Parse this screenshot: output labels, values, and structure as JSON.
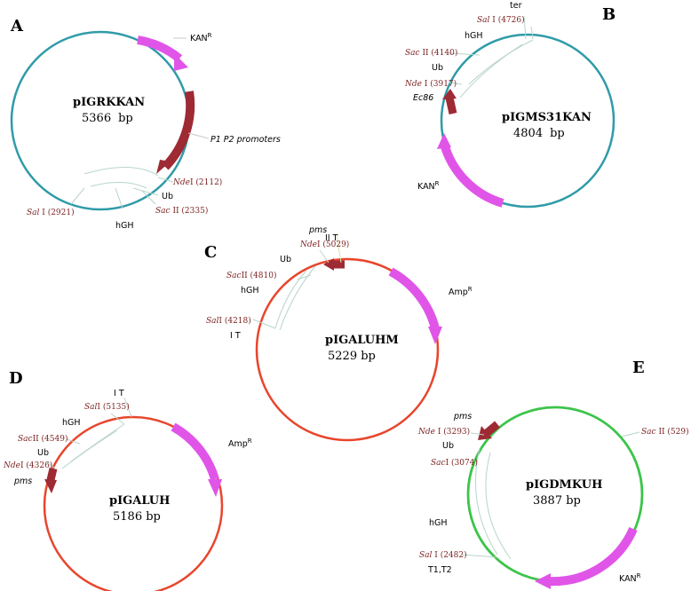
{
  "panels": [
    {
      "letter": "A",
      "name": "pIGRKKAN",
      "size": "5366",
      "unit": "bp",
      "features": {
        "kan": "KAN",
        "kan_sup": "R",
        "promoters": "P1 P2 promoters",
        "ub": "Ub",
        "hgh": "hGH"
      },
      "sites": {
        "nde": "Nde",
        "nde_pos": "I (2112)",
        "sac": "Sac",
        "sac_pos": " II (2335)",
        "sal": "Sal",
        "sal_pos": " I (2921)"
      }
    },
    {
      "letter": "B",
      "name": "pIGMS31KAN",
      "size": "4804",
      "unit": "bp",
      "features": {
        "ter": "ter",
        "hgh": "hGH",
        "ub": "Ub",
        "ec86": "Ec86",
        "kan": "KAN",
        "kan_sup": "R"
      },
      "sites": {
        "sal": "Sal",
        "sal_pos": " I (4726)",
        "sac": "Sac",
        "sac_pos": " II (4140)",
        "nde": "Nde",
        "nde_pos": " I (3917)"
      }
    },
    {
      "letter": "C",
      "name": "pIGALUHM",
      "size": "5229 bp",
      "features": {
        "iit": "II T",
        "pms": "pms",
        "ub": "Ub",
        "hgh": "hGH",
        "it": "I T",
        "amp": "Amp",
        "amp_sup": "R"
      },
      "sites": {
        "nde": "Nde",
        "nde_pos": "I (5029)",
        "sac": "Sac",
        "sac_pos": "II (4810)",
        "sal": "Sal",
        "sal_pos": "I (4218)"
      }
    },
    {
      "letter": "D",
      "name": "pIGALUH",
      "size": "5186 bp",
      "features": {
        "it": "I T",
        "hgh": "hGH",
        "ub": "Ub",
        "pms": "pms",
        "amp": "Amp",
        "amp_sup": "R"
      },
      "sites": {
        "sal": "Sal",
        "sal_pos": "I (5135)",
        "sac": "Sac",
        "sac_pos": "II (4549)",
        "nde": "Nde",
        "nde_pos": "I (4326)"
      }
    },
    {
      "letter": "E",
      "name": "pIGDMKUH",
      "size": "3887 bp",
      "features": {
        "pms": "pms",
        "ub": "Ub",
        "hgh": "hGH",
        "t1t2": "T1,T2",
        "kan": "KAN",
        "kan_sup": "R"
      },
      "sites": {
        "nde": "Nde",
        "nde_pos": " I (3293)",
        "sac_outer": "Sac",
        "sac_outer_pos": " II (529)",
        "sac": "Sac",
        "sac_pos": "I (3074)",
        "sal": "Sal",
        "sal_pos": " I (2482)"
      }
    }
  ],
  "colors": {
    "backbone_teal": "#2f9ba8",
    "backbone_red": "#e8452c",
    "backbone_green": "#3cc44a",
    "resistance_magenta": "#e055e8",
    "promoter_darkred": "#9e2a34",
    "site_label": "#7a1f1f",
    "leader_line": "#b8d4cc"
  }
}
